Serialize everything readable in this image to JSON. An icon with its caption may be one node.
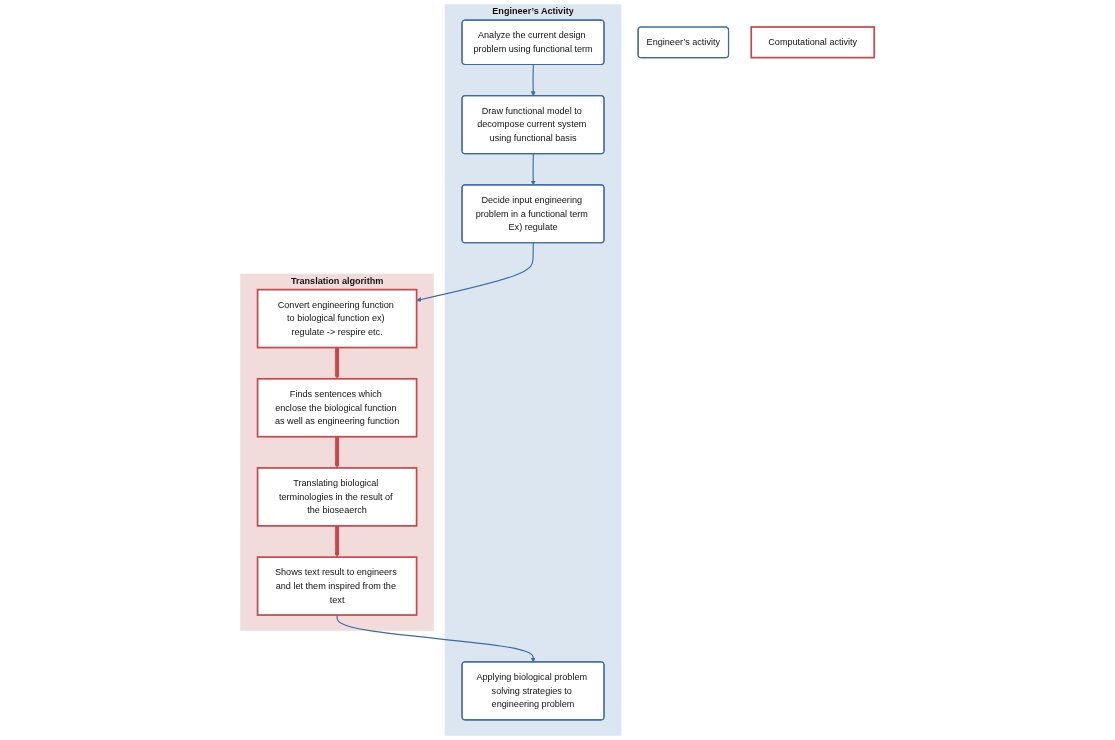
{
  "diagram": {
    "nodes": [
      {
        "text": [
          "Engineer’s Activity"
        ]
      },
      {
        "text": [
          "Analyze the current design problem using functional term"
        ],
        "in": 0
      },
      {
        "text": [
          "Draw functional model to decompose current system using functional basis"
        ],
        "in": 0
      },
      {
        "text": [
          "Decide input engineering problem in a functional term Ex) regulate"
        ],
        "in": 0
      },
      {
        "text": [
          "Applying biological problem solving strategies to engineering problem"
        ],
        "in": 0
      },
      {
        "text": [
          "Translation algorithm"
        ]
      },
      {
        "text": [
          "Convert engineering function to biological function ex) regulate -> respire etc."
        ],
        "in": 5
      },
      {
        "text": [
          "Finds sentences which enclose the biological function as well as engineering function"
        ],
        "in": 5
      },
      {
        "text": [
          "Translating biological terminologies in the result of the bioseaerch"
        ],
        "in": 5
      },
      {
        "text": [
          "Shows text result to engineers and let them inspired from the text"
        ],
        "in": 5
      },
      {
        "text": [
          "Engineer’s activity"
        ]
      },
      {
        "text": [
          "Computational activity"
        ]
      }
    ],
    "edges": [
      {
        "from": 1,
        "to": 2,
        "arrow": "to"
      },
      {
        "from": 2,
        "to": 3,
        "arrow": "to"
      },
      {
        "from": 3,
        "to": 6,
        "arrow": "to"
      },
      {
        "from": 6,
        "to": 7,
        "arrow": "to",
        "style": "thick",
        "color": "#c9474a"
      },
      {
        "from": 7,
        "to": 8,
        "arrow": "to",
        "style": "thick",
        "color": "#c9474a"
      },
      {
        "from": 8,
        "to": 9,
        "arrow": "to",
        "style": "thick",
        "color": "#c9474a"
      },
      {
        "from": 9,
        "to": 4,
        "arrow": "to"
      }
    ]
  }
}
